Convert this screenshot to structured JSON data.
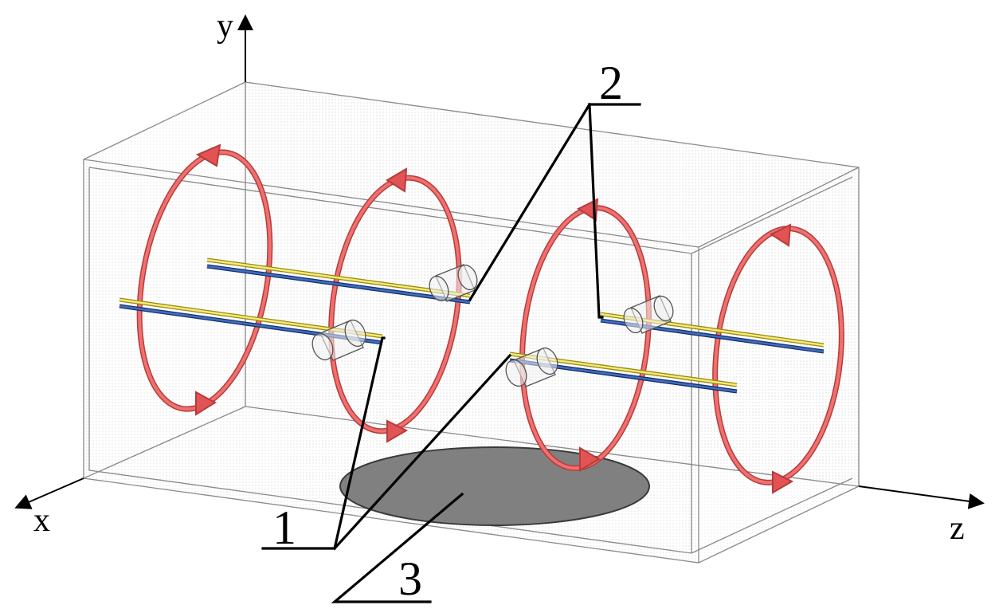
{
  "axes": {
    "x_label": "x",
    "y_label": "y",
    "z_label": "z"
  },
  "callouts": {
    "label_1": "1",
    "label_2": "2",
    "label_3": "3"
  },
  "colors": {
    "current_loop": "#e25454",
    "conductor_top": "#e8e060",
    "conductor_bottom": "#2f5da8",
    "ellipse_fill": "#808080",
    "box_edge": "#8a8a8a"
  }
}
